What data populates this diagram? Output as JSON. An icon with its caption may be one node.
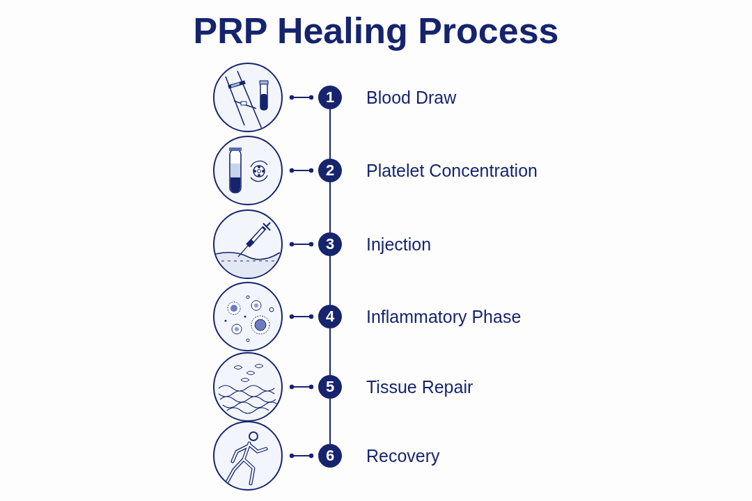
{
  "diagram": {
    "title": "PRP Healing Process",
    "nodes": [
      {
        "text": [],
        "shape": "picture"
      },
      {
        "text": [
          "1"
        ],
        "beside": [
          "Blood Draw"
        ]
      },
      {
        "text": [],
        "shape": "picture"
      },
      {
        "text": [
          "2"
        ],
        "beside": [
          "Platelet Concentration"
        ]
      },
      {
        "text": [],
        "shape": "picture"
      },
      {
        "text": [
          "3"
        ],
        "beside": [
          "Injection"
        ]
      },
      {
        "text": [],
        "shape": "picture"
      },
      {
        "text": [
          "4"
        ],
        "beside": [
          "Inflammatory Phase"
        ]
      },
      {
        "text": [],
        "shape": "picture"
      },
      {
        "text": [
          "5"
        ],
        "beside": [
          "Tissue Repair"
        ]
      },
      {
        "text": [],
        "shape": "picture"
      },
      {
        "text": [
          "6"
        ],
        "beside": [
          "Recovery"
        ]
      }
    ],
    "edges": [
      {
        "from": 0,
        "to": 1,
        "arrow": "other"
      },
      {
        "from": 2,
        "to": 3,
        "arrow": "other"
      },
      {
        "from": 4,
        "to": 5,
        "arrow": "other"
      },
      {
        "from": 6,
        "to": 7,
        "arrow": "other"
      },
      {
        "from": 8,
        "to": 9,
        "arrow": "other"
      },
      {
        "from": 10,
        "to": 11,
        "arrow": "other"
      },
      {
        "from": 1,
        "to": 3,
        "arrow": "none"
      },
      {
        "from": 3,
        "to": 5,
        "arrow": "none"
      },
      {
        "from": 5,
        "to": 7,
        "arrow": "none"
      },
      {
        "from": 7,
        "to": 9,
        "arrow": "none"
      },
      {
        "from": 9,
        "to": 11,
        "arrow": "none"
      }
    ]
  }
}
